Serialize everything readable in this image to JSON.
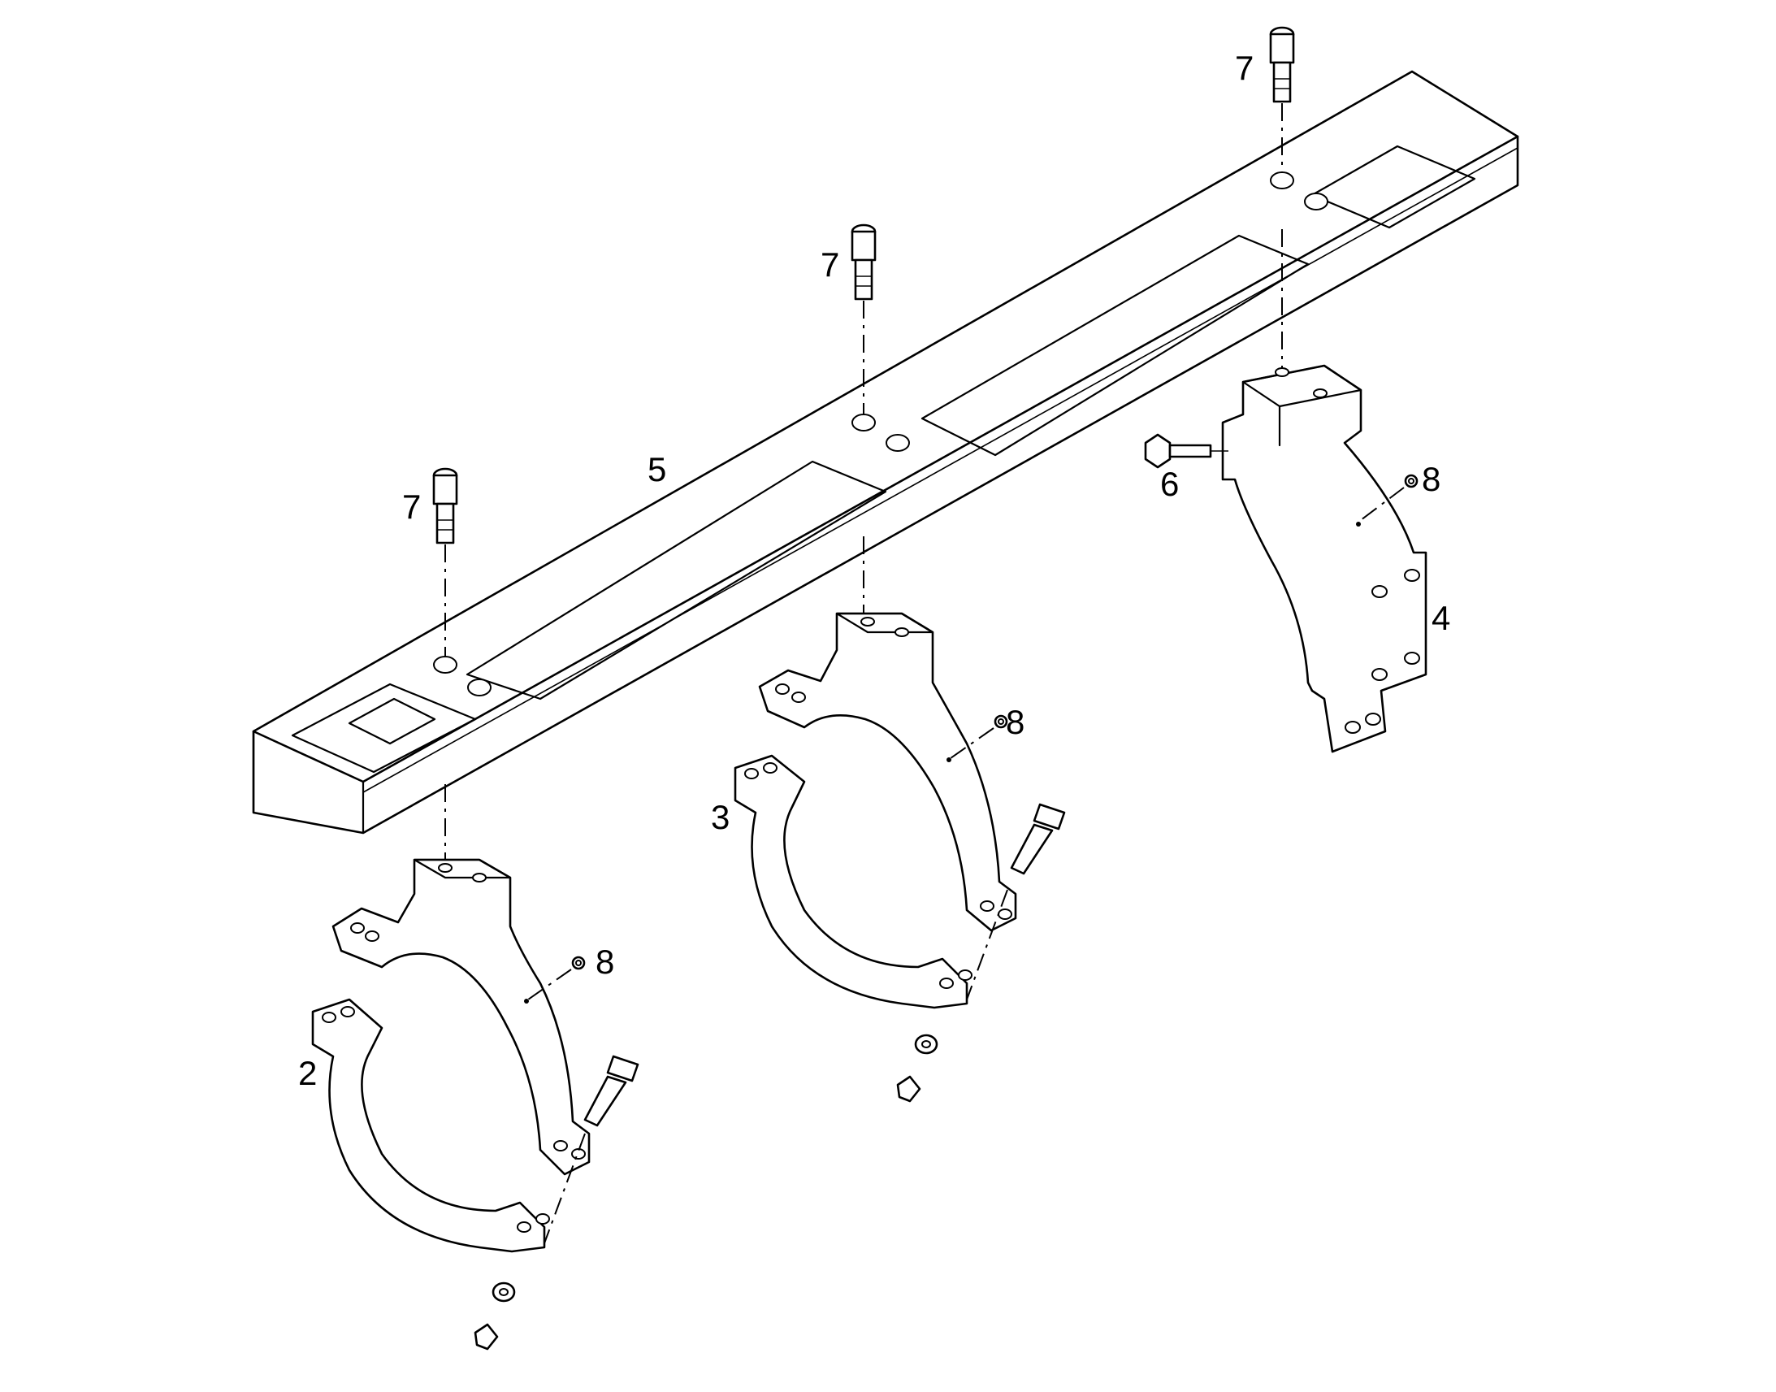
{
  "diagram": {
    "callouts": [
      {
        "id": "7a",
        "label": "7"
      },
      {
        "id": "7b",
        "label": "7"
      },
      {
        "id": "7c",
        "label": "7"
      },
      {
        "id": "5",
        "label": "5"
      },
      {
        "id": "6",
        "label": "6"
      },
      {
        "id": "8a",
        "label": "8"
      },
      {
        "id": "8b",
        "label": "8"
      },
      {
        "id": "8c",
        "label": "8"
      },
      {
        "id": "4",
        "label": "4"
      },
      {
        "id": "3",
        "label": "3"
      },
      {
        "id": "2",
        "label": "2"
      }
    ]
  }
}
